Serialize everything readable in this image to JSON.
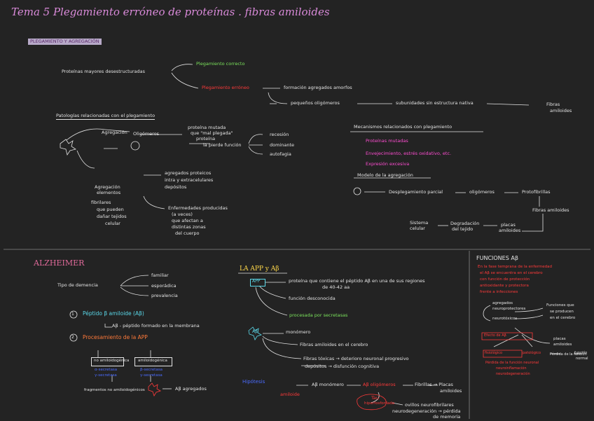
{
  "title": "Tema 5 Plegamiento erróneo de proteínas . fibras amiloides",
  "top": {
    "heading": "PLEGAMIENTO Y AGREGACIÓN",
    "proteinas": "Proteínas mayores desestructuradas",
    "plegamiento_correcto": "Plegamiento correcto",
    "plegamiento_erroneo": "Plegamiento erróneo",
    "formacion": "formación agregados amorfos",
    "pequenos": "pequeños oligómeros",
    "subunidades": "subunidades sin estructura nativa",
    "fibras": "Fibras",
    "amiloides": "amiloides",
    "patologias_head": "Patologías relacionadas con el plegamiento",
    "agregacion": "Agregación",
    "oligomeros_label": "Oligómeros",
    "proteina_mutada": "proteína mutada",
    "que_plegada": "que \"mal plegada\"",
    "proteina": "proteína",
    "pierde_funcion": "la pierde función",
    "recesion": "recesión",
    "dominante": "dominante",
    "autofagia": "autofagia",
    "agregacion2": "Agregación",
    "elementos": "elementos",
    "agregados_intra": "agregados proteicos",
    "amiloides2": "intra y extracelulares",
    "depositos": "depósitos",
    "celulares": "fibrilares",
    "pueden_dano": "que pueden",
    "organelas": "dañar tejidos",
    "celular": "celular",
    "enfermedades": "Enfermedades producidas",
    "pueden_afectar": "(a veces)",
    "membranas": "que afectan a",
    "forma": "distintas zonas",
    "longitud": "del cuerpo",
    "mecanismos_head": "Mecanismos relacionados con plegamiento",
    "mec1": "Proteínas mutadas",
    "mec2": "Envejecimiento, estrés oxidativo, etc.",
    "mec3": "Expresión excesiva",
    "modelo_head": "Modelo de la agregación",
    "paso_plegado": "Desplegamiento parcial",
    "oligomeros": "oligómeros",
    "protofibrillas": "Protofibrillas",
    "fibras_amiloides": "Fibras amiloides",
    "sistema": "Sistema",
    "celular_s": "celular",
    "degradacion": "Degradación",
    "del_tejido": "del tejido",
    "placas": "placas",
    "amiloides3": "amiloides"
  },
  "bottom_left": {
    "heading": "ALZHEIMER",
    "tipo": "Tipo de demencia",
    "t1": "familiar",
    "t2": "esporádica",
    "t3": "prevalencia",
    "step1": "Péptido β amiloide (Aβ)",
    "step1_sub": "Aβ - péptido formado en la membrana",
    "step2": "Procesamiento de la APP",
    "box1": "no amiloidogénica",
    "box2": "amiloidogénica",
    "b1a": "α-secretasa",
    "b1b": "γ-secretasa",
    "b2a": "β-secretasa",
    "b2b": "γ-secretasa",
    "fragments": "fragmentos no amiloidogénicos",
    "agregados": "Aβ agregados"
  },
  "bottom_mid": {
    "heading": "LA APP y Aβ",
    "app": "APP",
    "app1": "proteína que contiene el péptido Aβ en una de sus regiones",
    "app1b": "de 40-42 aa",
    "app2": "función desconocida",
    "app3": "procesada por secretasas",
    "ab": "Aβ",
    "ab1": "monómero",
    "ab2": "Fibras amiloides en el cerebro",
    "ab3": "Fibras tóxicas → deterioro neuronal progresivo",
    "ab4": "depósitos → disfunción cognitiva",
    "hip": "Hipótesis",
    "hip_b": "amiloide",
    "hip2": "Aβ monómero",
    "hip3": "Aβ oligómeros",
    "hip4": "Fibrillas → Placas",
    "hip5": "amiloides",
    "hip6": "Tau",
    "hip7": "hiperfosforilada",
    "hip8": "ovillos neurofibrilares",
    "hip9": "neurodegeneración → pérdida",
    "hip10": "de memoria"
  },
  "bottom_right": {
    "heading": "FUNCIONES Aβ",
    "r1": "En la fase temprana de la enfermedad",
    "r2": "el Aβ se encuentra en el cerebro",
    "r3": "con función de protección",
    "r4": "antioxidante y protectora",
    "r5": "frente a infecciones",
    "f1": "agregados",
    "f1b": "neuroprotectores",
    "f2": "neurotóxicos",
    "f3": "Funciones que",
    "f3b": "se producen",
    "f3c": "en el cerebro",
    "f4": "placas",
    "f4b": "amiloides",
    "f5": "Efecto de Aβ",
    "f6": "fisiológico",
    "f7": "patológico",
    "f8": "Pérdida de la función",
    "f9": "función",
    "f9b": "normal",
    "f10": "Pérdida de la función neuronal",
    "f11": "neuroinflamación",
    "f12": "neurodegeneración"
  }
}
